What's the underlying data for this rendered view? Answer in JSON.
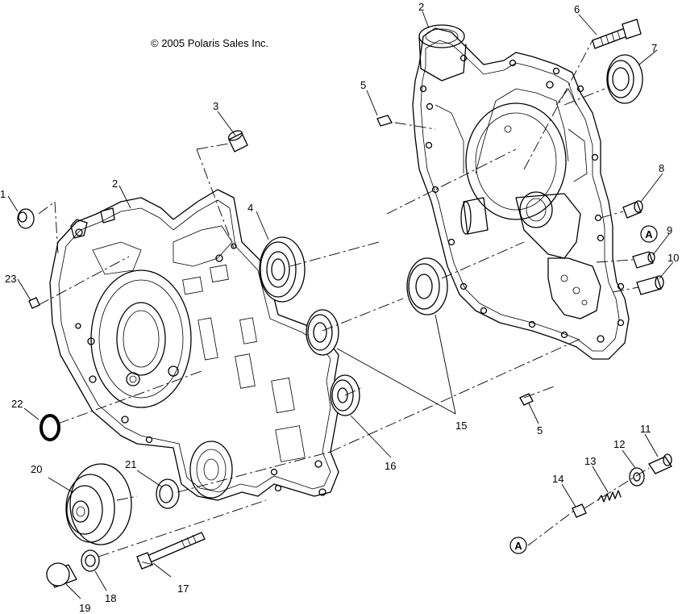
{
  "copyright": "© 2005 Polaris Sales Inc.",
  "callouts": [
    "1",
    "2",
    "2",
    "3",
    "4",
    "5",
    "5",
    "6",
    "7",
    "8",
    "9",
    "10",
    "11",
    "12",
    "13",
    "14",
    "15",
    "16",
    "17",
    "18",
    "19",
    "20",
    "21",
    "22",
    "23"
  ],
  "reference_marker": "A"
}
